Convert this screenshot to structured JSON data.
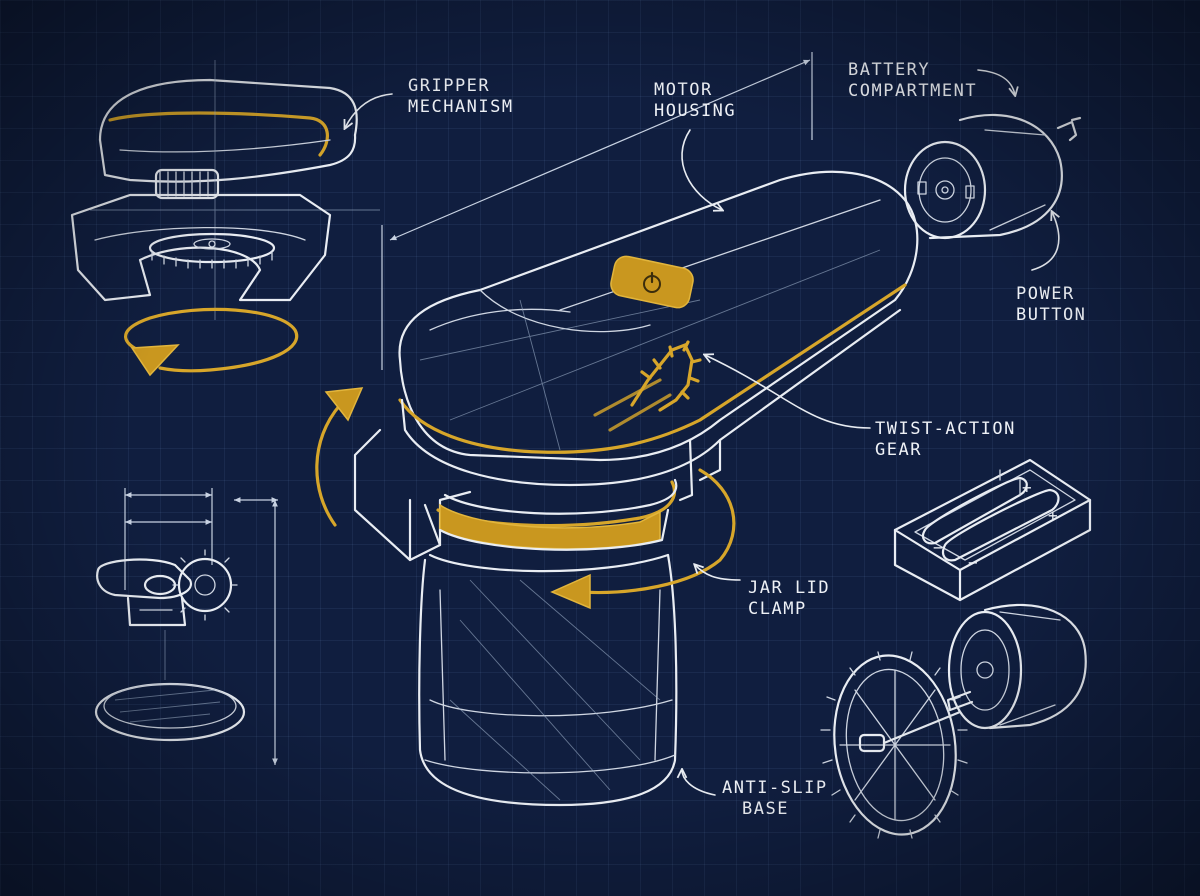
{
  "labels": {
    "gripper": [
      "GRIPPER",
      "MECHANISM"
    ],
    "motor": [
      "MOTOR",
      "HOUSING"
    ],
    "battery": [
      "BATTERY",
      "COMPARTMENT"
    ],
    "power": [
      "POWER",
      "BUTTON"
    ],
    "gear": [
      "TWIST-ACTION",
      "GEAR"
    ],
    "clamp": [
      "JAR LID",
      "CLAMP"
    ],
    "base": [
      "ANTI-SLIP",
      "BASE"
    ]
  },
  "battery_marks": [
    "+",
    "+",
    "−",
    "−"
  ],
  "colors": {
    "background": "#101e3f",
    "line": "#e9edf3",
    "accent": "#d7a62a"
  },
  "icons": [
    "power-icon",
    "rotation-arrow-icon",
    "gear-icon"
  ]
}
